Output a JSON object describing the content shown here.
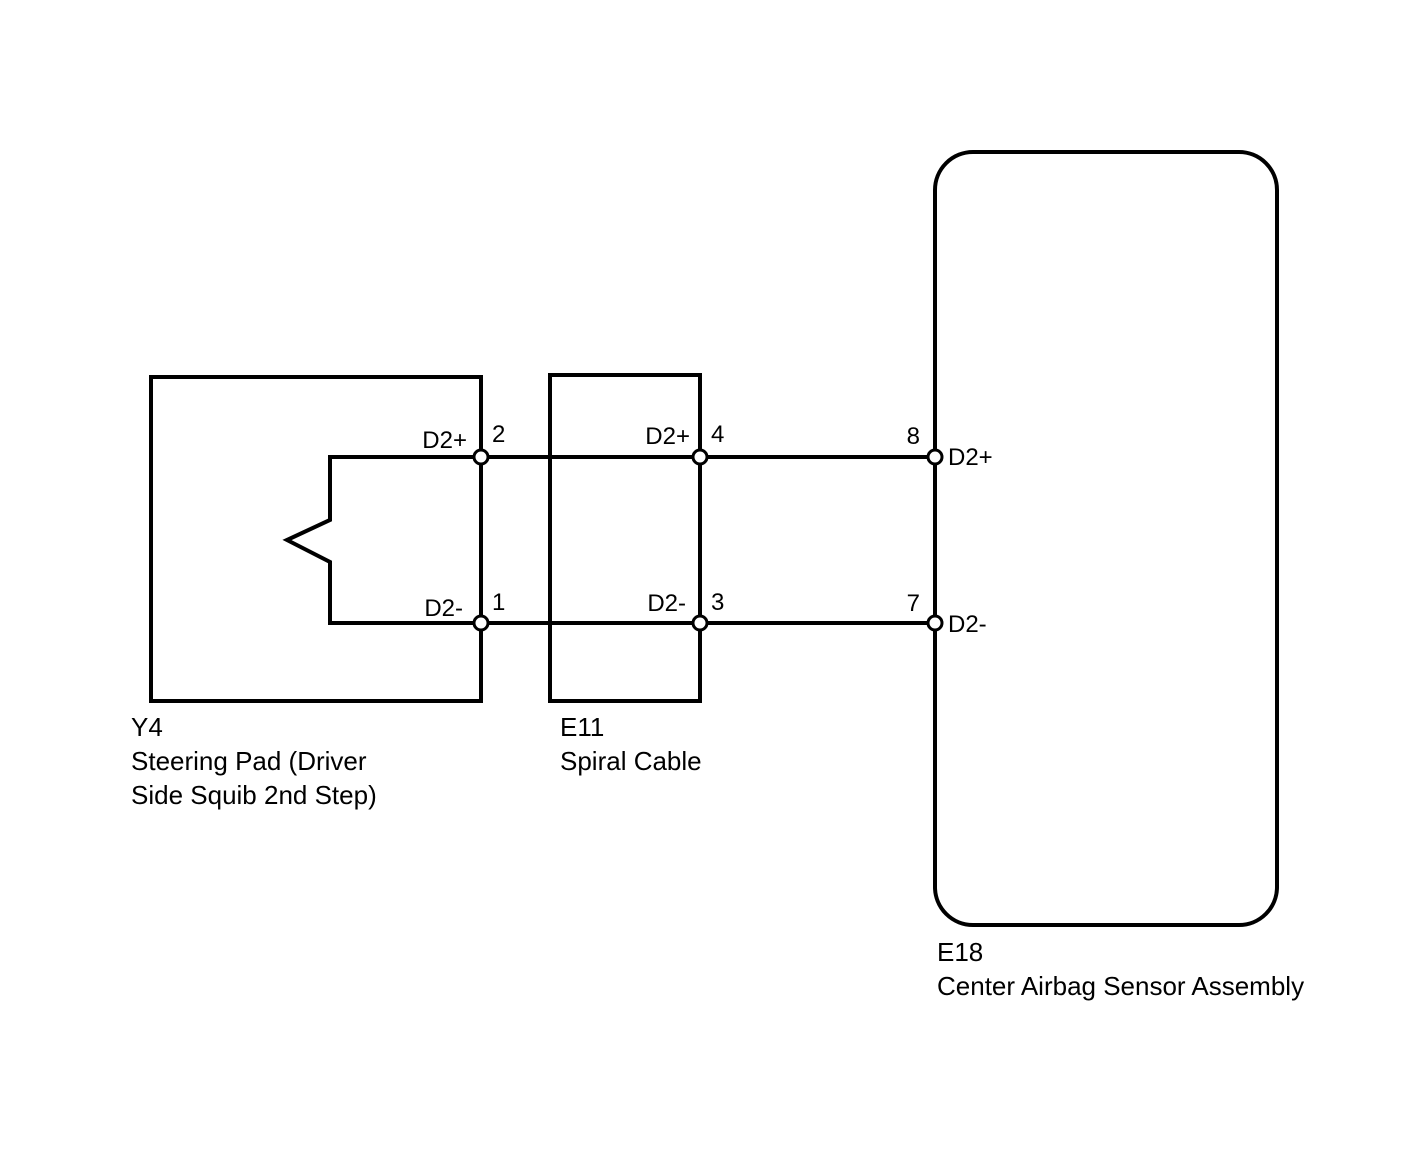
{
  "components": {
    "y4": {
      "code": "Y4",
      "name_line1": "Steering Pad (Driver",
      "name_line2": "Side Squib 2nd Step)"
    },
    "e11": {
      "code": "E11",
      "name": "Spiral Cable"
    },
    "e18": {
      "code": "E18",
      "name": "Center Airbag Sensor Assembly"
    }
  },
  "terminals": {
    "y4_pos": {
      "signal": "D2+",
      "pin": "2"
    },
    "y4_neg": {
      "signal": "D2-",
      "pin": "1"
    },
    "e11_pos": {
      "signal": "D2+",
      "pin": "4"
    },
    "e11_neg": {
      "signal": "D2-",
      "pin": "3"
    },
    "e18_pos": {
      "signal": "D2+",
      "pin": "8"
    },
    "e18_neg": {
      "signal": "D2-",
      "pin": "7"
    }
  },
  "colors": {
    "line": "#000000",
    "background": "#ffffff"
  }
}
